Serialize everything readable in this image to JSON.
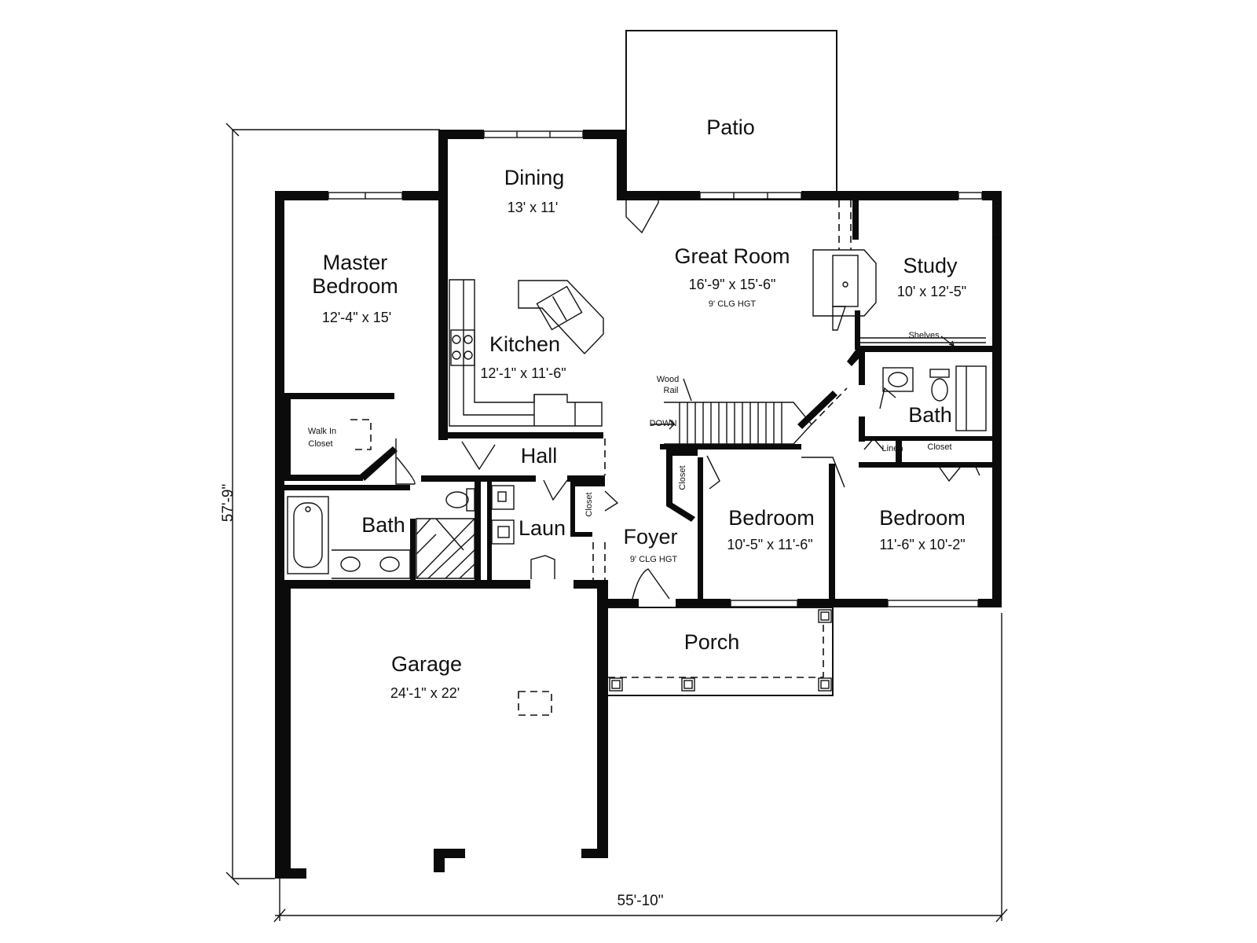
{
  "plan": {
    "dimensions": {
      "width": "55'-10\"",
      "depth": "57'-9\""
    },
    "rooms": {
      "patio": {
        "name": "Patio"
      },
      "dining": {
        "name": "Dining",
        "size": "13' x 11'"
      },
      "great_room": {
        "name": "Great Room",
        "size": "16'-9\" x 15'-6\"",
        "ceiling": "9' CLG HGT"
      },
      "study": {
        "name": "Study",
        "size": "10' x 12'-5\""
      },
      "master_bedroom": {
        "name_line1": "Master",
        "name_line2": "Bedroom",
        "size": "12'-4\" x 15'"
      },
      "kitchen": {
        "name": "Kitchen",
        "size": "12'-1\" x 11'-6\""
      },
      "walk_in_closet": {
        "line1": "Walk In",
        "line2": "Closet"
      },
      "hall": {
        "name": "Hall"
      },
      "master_bath": {
        "name": "Bath"
      },
      "laundry": {
        "name": "Laun"
      },
      "foyer": {
        "name": "Foyer",
        "ceiling": "9' CLG HGT"
      },
      "bedroom_2": {
        "name": "Bedroom",
        "size": "10'-5\" x 11'-6\""
      },
      "bedroom_3": {
        "name": "Bedroom",
        "size": "11'-6\" x 10'-2\""
      },
      "hall_bath": {
        "name": "Bath"
      },
      "porch": {
        "name": "Porch"
      },
      "garage": {
        "name": "Garage",
        "size": "24'-1\" x 22'"
      }
    },
    "labels": {
      "shelves": "Shelves",
      "wood_rail_line1": "Wood",
      "wood_rail_line2": "Rail",
      "down": "DOWN",
      "foyer_closet": "Closet",
      "hall_closet": "Closet",
      "linen": "Linen",
      "bedroom_closet": "Closet"
    }
  }
}
